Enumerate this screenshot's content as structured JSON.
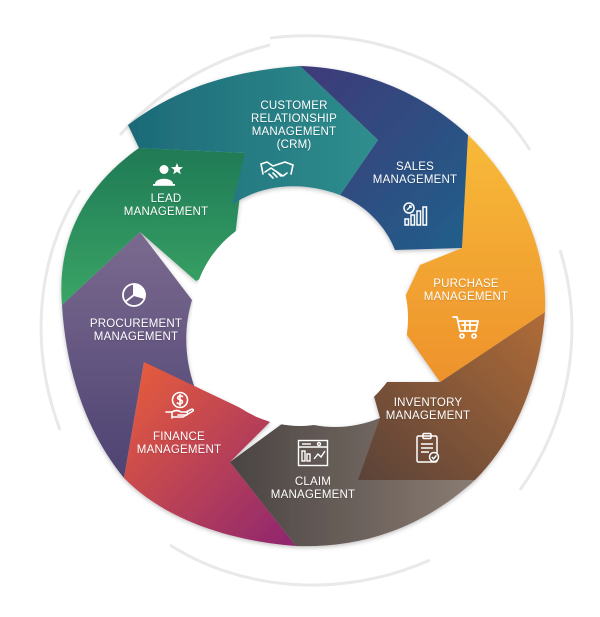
{
  "segments": [
    {
      "key": "crm",
      "lines": [
        "CUSTOMER",
        "RELATIONSHIP",
        "MANAGEMENT",
        "(CRM)"
      ],
      "icon": "handshake-icon",
      "color_start": "#1f6f7a",
      "color_end": "#2c8a8c"
    },
    {
      "key": "sales",
      "lines": [
        "SALES",
        "MANAGEMENT"
      ],
      "icon": "growth-chart-icon",
      "color_start": "#3d3c7a",
      "color_end": "#27608a"
    },
    {
      "key": "purchase",
      "lines": [
        "PURCHASE",
        "MANAGEMENT"
      ],
      "icon": "shopping-cart-icon",
      "color_start": "#f5b335",
      "color_end": "#ef9a2e"
    },
    {
      "key": "inventory",
      "lines": [
        "INVENTORY",
        "MANAGEMENT"
      ],
      "icon": "clipboard-check-icon",
      "color_start": "#a8683a",
      "color_end": "#5d4539"
    },
    {
      "key": "claim",
      "lines": [
        "CLAIM",
        "MANAGEMENT"
      ],
      "icon": "report-chart-icon",
      "color_start": "#4e4846",
      "color_end": "#857870"
    },
    {
      "key": "finance",
      "lines": [
        "FINANCE",
        "MANAGEMENT"
      ],
      "icon": "money-hand-icon",
      "color_start": "#e2583c",
      "color_end": "#9b2b69"
    },
    {
      "key": "procurement",
      "lines": [
        "PROCUREMENT",
        "MANAGEMENT"
      ],
      "icon": "pie-chart-icon",
      "color_start": "#6f5e86",
      "color_end": "#514675"
    },
    {
      "key": "lead",
      "lines": [
        "LEAD",
        "MANAGEMENT"
      ],
      "icon": "person-star-icon",
      "color_start": "#37a160",
      "color_end": "#1f7a55"
    }
  ]
}
